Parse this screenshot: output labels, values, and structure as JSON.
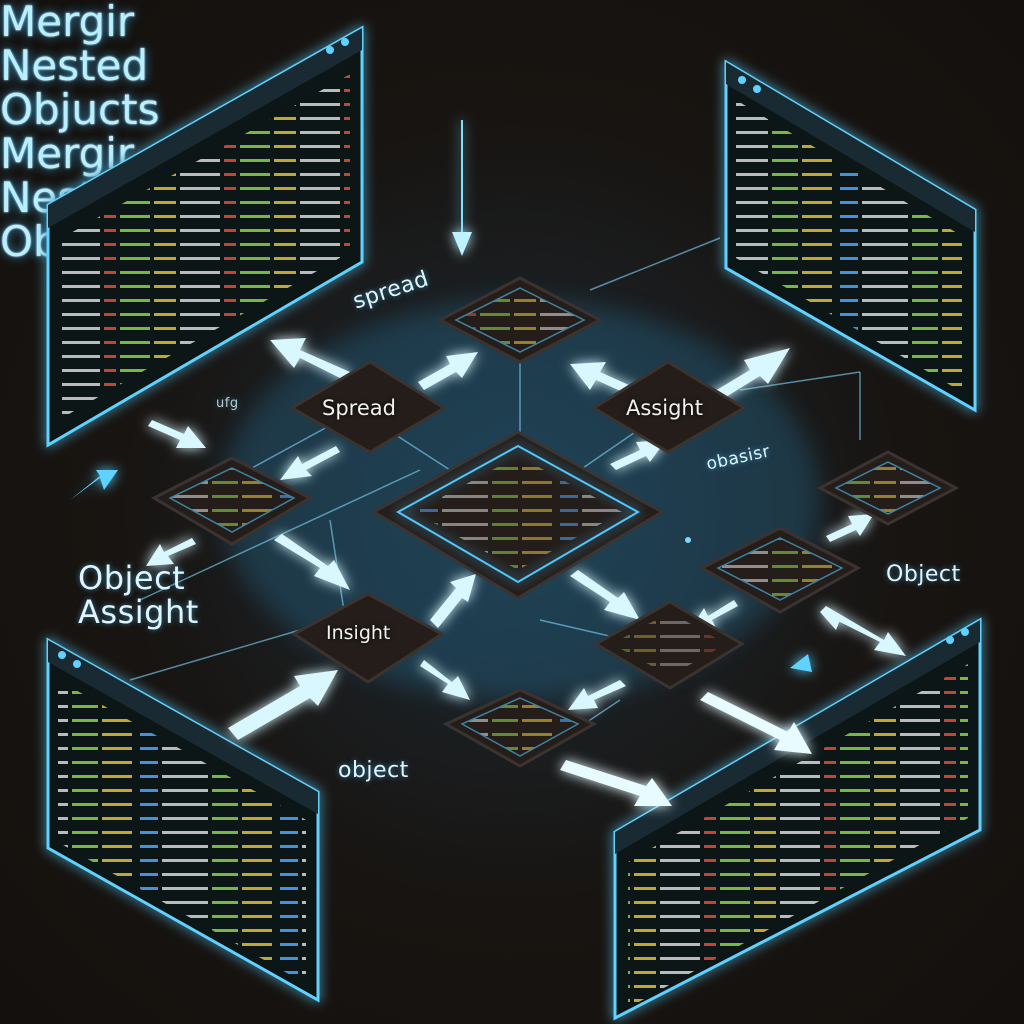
{
  "title_top": {
    "line1": "Mergir",
    "line2": "Nested",
    "line3": "Objucts"
  },
  "title_bottom": {
    "line1": "Mergir",
    "line2": "Nested",
    "line3": "Objects"
  },
  "labels": {
    "spread_float": "spread",
    "spread_chip": "Spread",
    "assight_chip": "Assight",
    "insight_chip": "Insight",
    "obasisr": "obasisr",
    "object_right": "Object",
    "object_bottom": "object",
    "object_assight_line1": "Object",
    "object_assight_line2": "Assight",
    "ufg": "ufg"
  },
  "colors": {
    "background": "#181411",
    "glow": "#4fc8ff",
    "panel_border": "#5fd2ff",
    "chip_fill": "#2a2320",
    "code_green": "#8bd34a",
    "code_yellow": "#e0c23a",
    "code_red": "#e0503a",
    "code_blue": "#4fa8ff"
  }
}
